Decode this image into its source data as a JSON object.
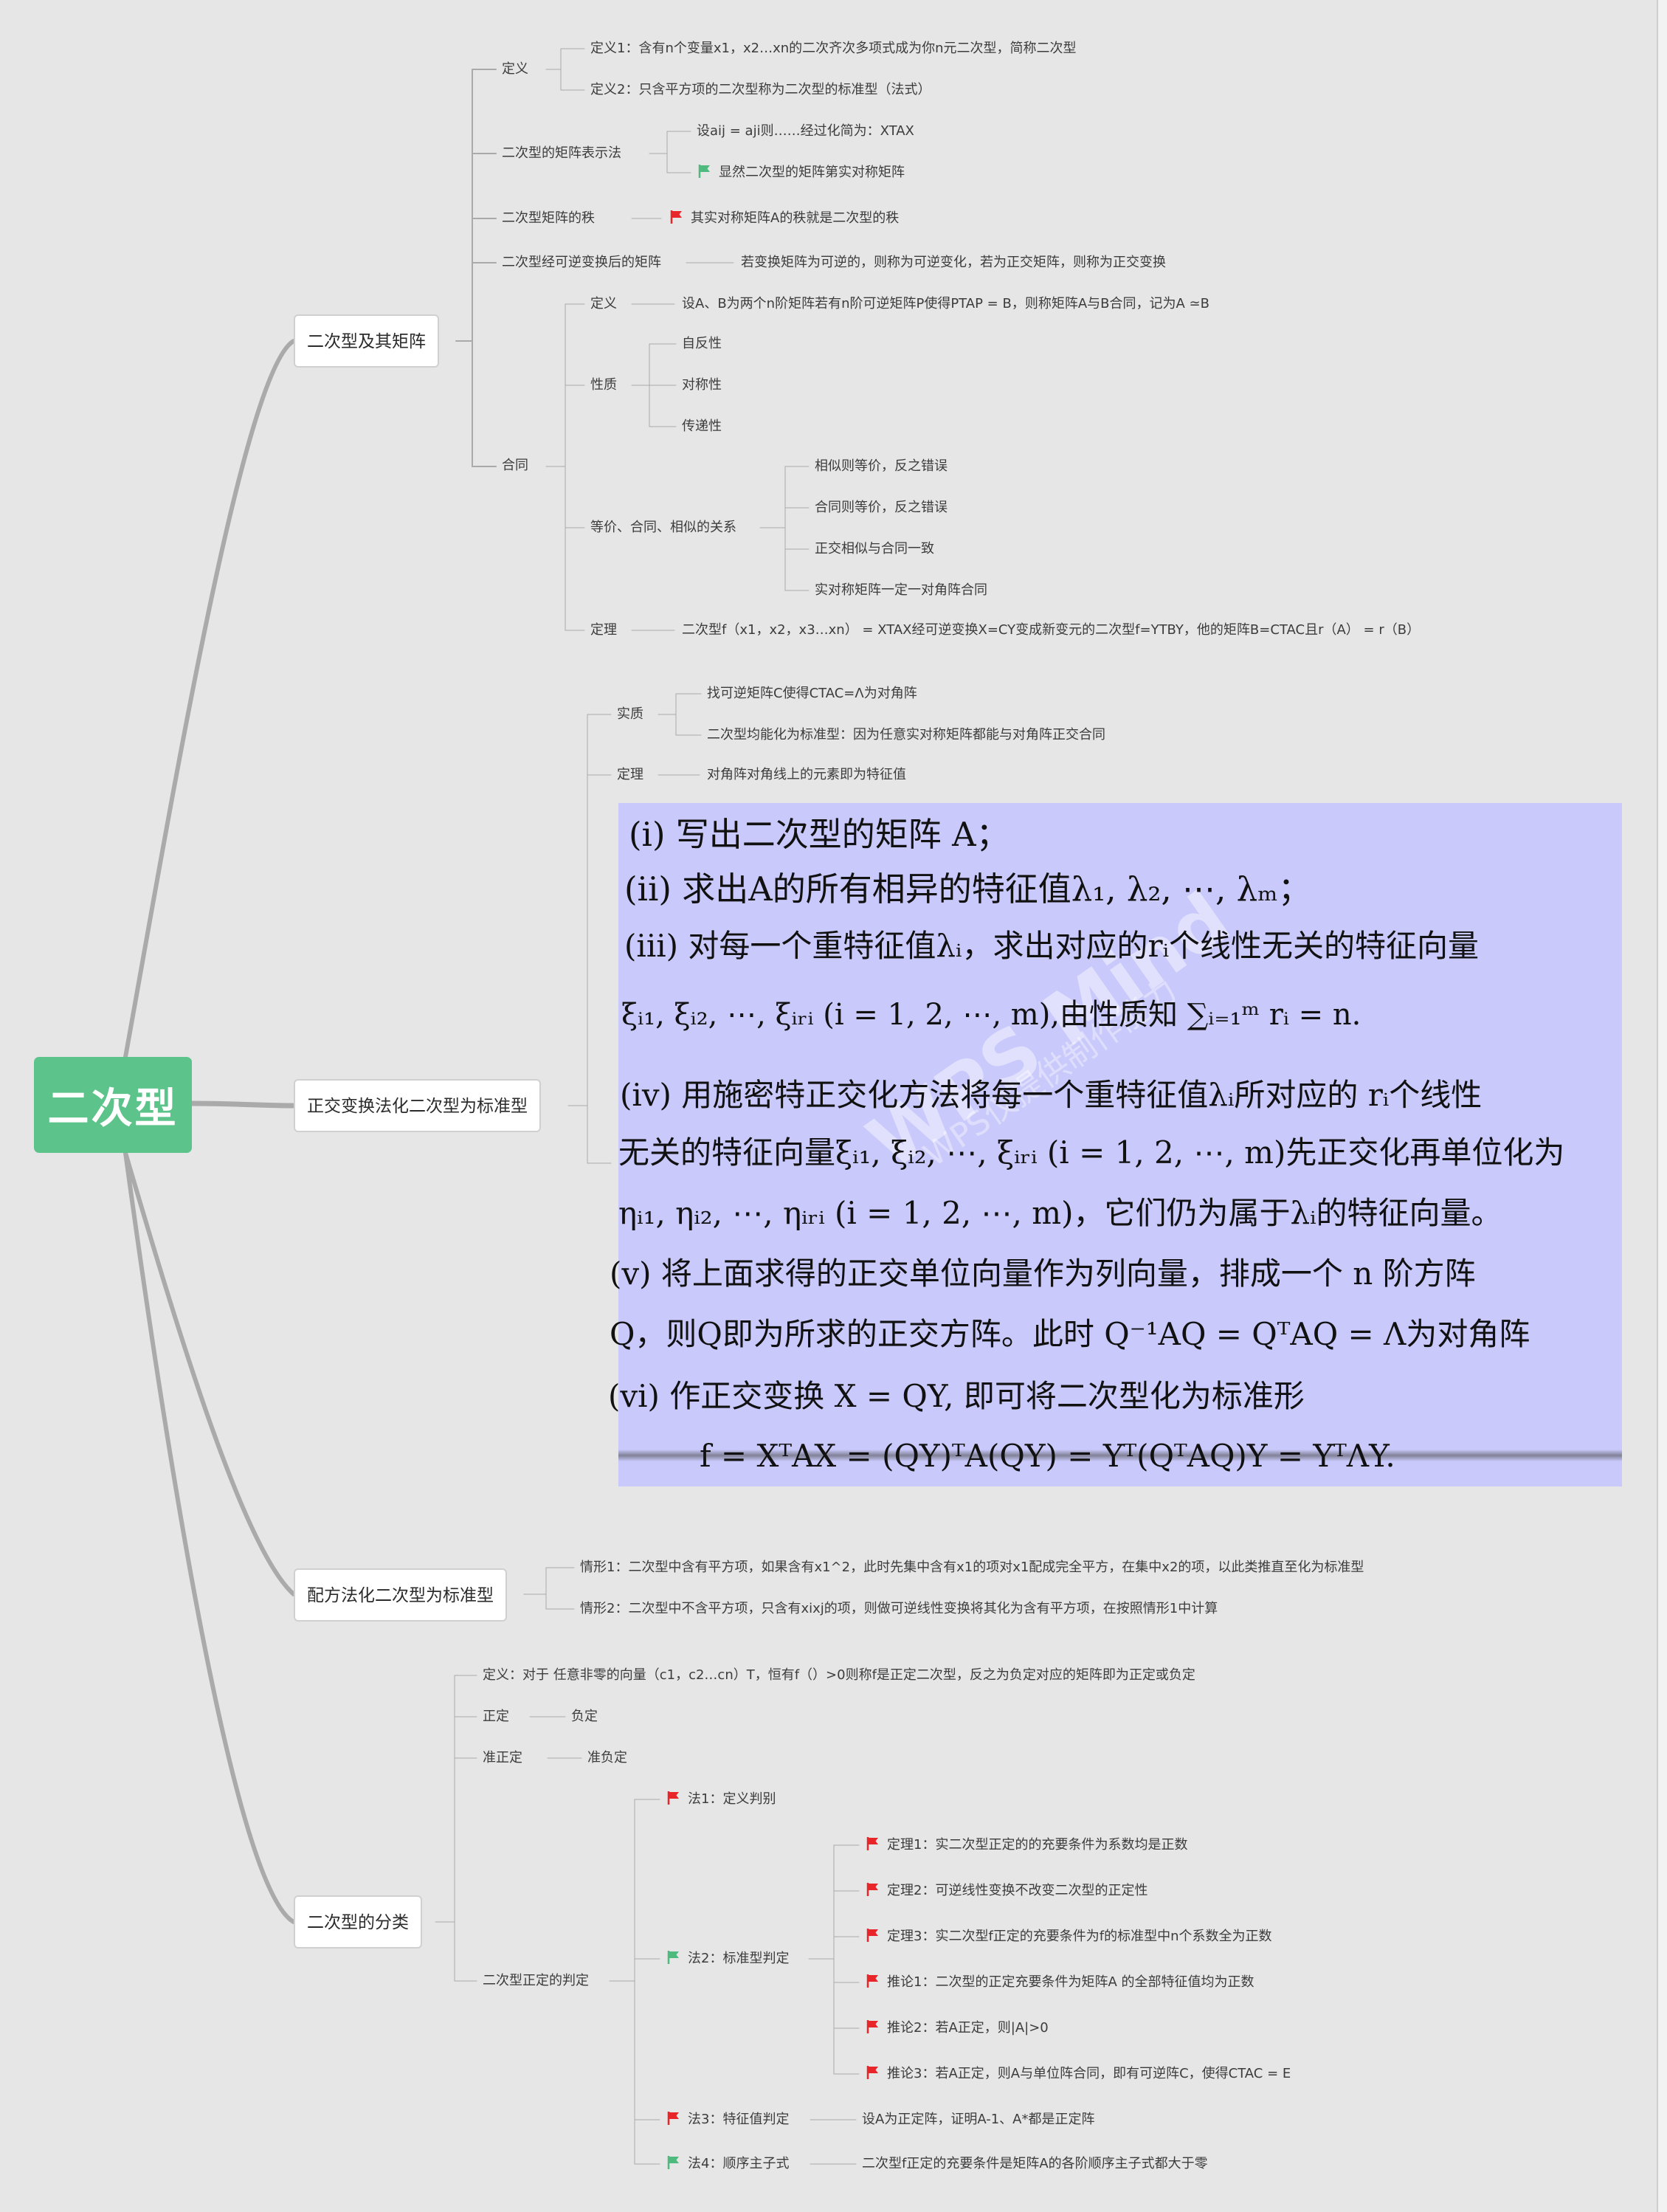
{
  "root": "二次型",
  "branches": {
    "b1": "二次型及其矩阵",
    "b2": "正交变换法化二次型为标准型",
    "b3": "配方法化二次型为标准型",
    "b4": "二次型的分类"
  },
  "b1": {
    "def": "定义",
    "def1": "定义1：含有n个变量x1，x2…xn的二次齐次多项式成为你n元二次型，简称二次型",
    "def2": "定义2：只含平方项的二次型称为二次型的标准型（法式）",
    "matrix_rep": "二次型的矩阵表示法",
    "matrix_rep_1": "设aij = aji则……经过化简为：XTAX",
    "matrix_rep_2": "显然二次型的矩阵第实对称矩阵",
    "rank": "二次型矩阵的秩",
    "rank_1": "其实对称矩阵A的秩就是二次型的秩",
    "transform": "二次型经可逆变换后的矩阵",
    "transform_1": "若变换矩阵为可逆的，则称为可逆变化，若为正交矩阵，则称为正交变换",
    "congruent": "合同",
    "cg_def": "定义",
    "cg_def_1": "设A、B为两个n阶矩阵若有n阶可逆矩阵P使得PTAP = B，则称矩阵A与B合同，记为A ≃B",
    "cg_prop": "性质",
    "cg_prop_1": "自反性",
    "cg_prop_2": "对称性",
    "cg_prop_3": "传递性",
    "cg_rel": "等价、合同、相似的关系",
    "cg_rel_1": "相似则等价，反之错误",
    "cg_rel_2": "合同则等价，反之错误",
    "cg_rel_3": "正交相似与合同一致",
    "cg_rel_4": "实对称矩阵一定一对角阵合同",
    "cg_thm": "定理",
    "cg_thm_1": "二次型f（x1，x2，x3…xn） = XTAX经可逆变换X=CY变成新变元的二次型f=YTBY，他的矩阵B=CTAC且r（A） = r（B）"
  },
  "b2": {
    "essence": "实质",
    "essence_1": "找可逆矩阵C使得CTAC=Λ为对角阵",
    "essence_2": "二次型均能化为标准型：因为任意实对称矩阵都能与对角阵正交合同",
    "thm": "定理",
    "thm_1": "对角阵对角线上的元素即为特征值",
    "formula": {
      "l1": "(i) 写出二次型的矩阵 A；",
      "l2": "(ii) 求出A的所有相异的特征值λ₁, λ₂, ⋯, λₘ；",
      "l3": "(iii) 对每一个重特征值λᵢ，求出对应的rᵢ个线性无关的特征向量",
      "l4": "ξᵢ₁, ξᵢ₂, ⋯, ξᵢᵣᵢ (i = 1, 2, ⋯, m),由性质知 ∑ᵢ₌₁ᵐ rᵢ = n.",
      "l5": "(iv) 用施密特正交化方法将每一个重特征值λᵢ所对应的 rᵢ个线性",
      "l6": "无关的特征向量ξᵢ₁, ξᵢ₂, ⋯, ξᵢᵣᵢ (i = 1, 2, ⋯, m)先正交化再单位化为",
      "l7": "ηᵢ₁, ηᵢ₂, ⋯, ηᵢᵣᵢ (i = 1, 2, ⋯, m)，它们仍为属于λᵢ的特征向量。",
      "l8": "(v) 将上面求得的正交单位向量作为列向量，排成一个 n 阶方阵",
      "l9": "Q，则Q即为所求的正交方阵。此时 Q⁻¹AQ = QᵀAQ = Λ为对角阵",
      "l10": "(vi) 作正交变换 X = QY, 即可将二次型化为标准形",
      "l11": "f = XᵀAX = (QY)ᵀA(QY) = Yᵀ(QᵀAQ)Y = YᵀΛY."
    },
    "watermark": "WPS Mind",
    "watermark_sub": "WPS仅提供制作能力"
  },
  "b3": {
    "case1": "情形1：二次型中含有平方项，如果含有x1^2，此时先集中含有x1的项对x1配成完全平方，在集中x2的项，以此类推直至化为标准型",
    "case2": "情形2：二次型中不含平方项，只含有xixj的项，则做可逆线性变换将其化为含有平方项，在按照情形1中计算"
  },
  "b4": {
    "def": "定义：对于 任意非零的向量（c1，c2…cn）T，恒有f（）>0则称f是正定二次型，反之为负定对应的矩阵即为正定或负定",
    "pos": "正定",
    "neg": "负定",
    "semipos": "准正定",
    "semineg": "准负定",
    "judge": "二次型正定的判定",
    "m1": "法1：定义判别",
    "m2": "法2：标准型判定",
    "m2_1": "定理1：实二次型正定的的充要条件为系数均是正数",
    "m2_2": "定理2：可逆线性变换不改变二次型的正定性",
    "m2_3": "定理3：实二次型f正定的充要条件为f的标准型中n个系数全为正数",
    "m2_4": "推论1：二次型的正定充要条件为矩阵A 的全部特征值均为正数",
    "m2_5": "推论2：若A正定，则|A|>0",
    "m2_6": "推论3：若A正定，则A与单位阵合同，即有可逆阵C，使得CTAC = E",
    "m3": "法3：特征值判定",
    "m3_1": "设A为正定阵，证明A-1、A*都是正定阵",
    "m4": "法4：顺序主子式",
    "m4_1": "二次型f正定的充要条件是矩阵A的各阶顺序主子式都大于零"
  },
  "colors": {
    "root": "#5cc38a",
    "formula_bg": "#c9c9fb",
    "flag_red": "#e8262a",
    "flag_green": "#4fba7d",
    "line": "#aaaaaa"
  }
}
